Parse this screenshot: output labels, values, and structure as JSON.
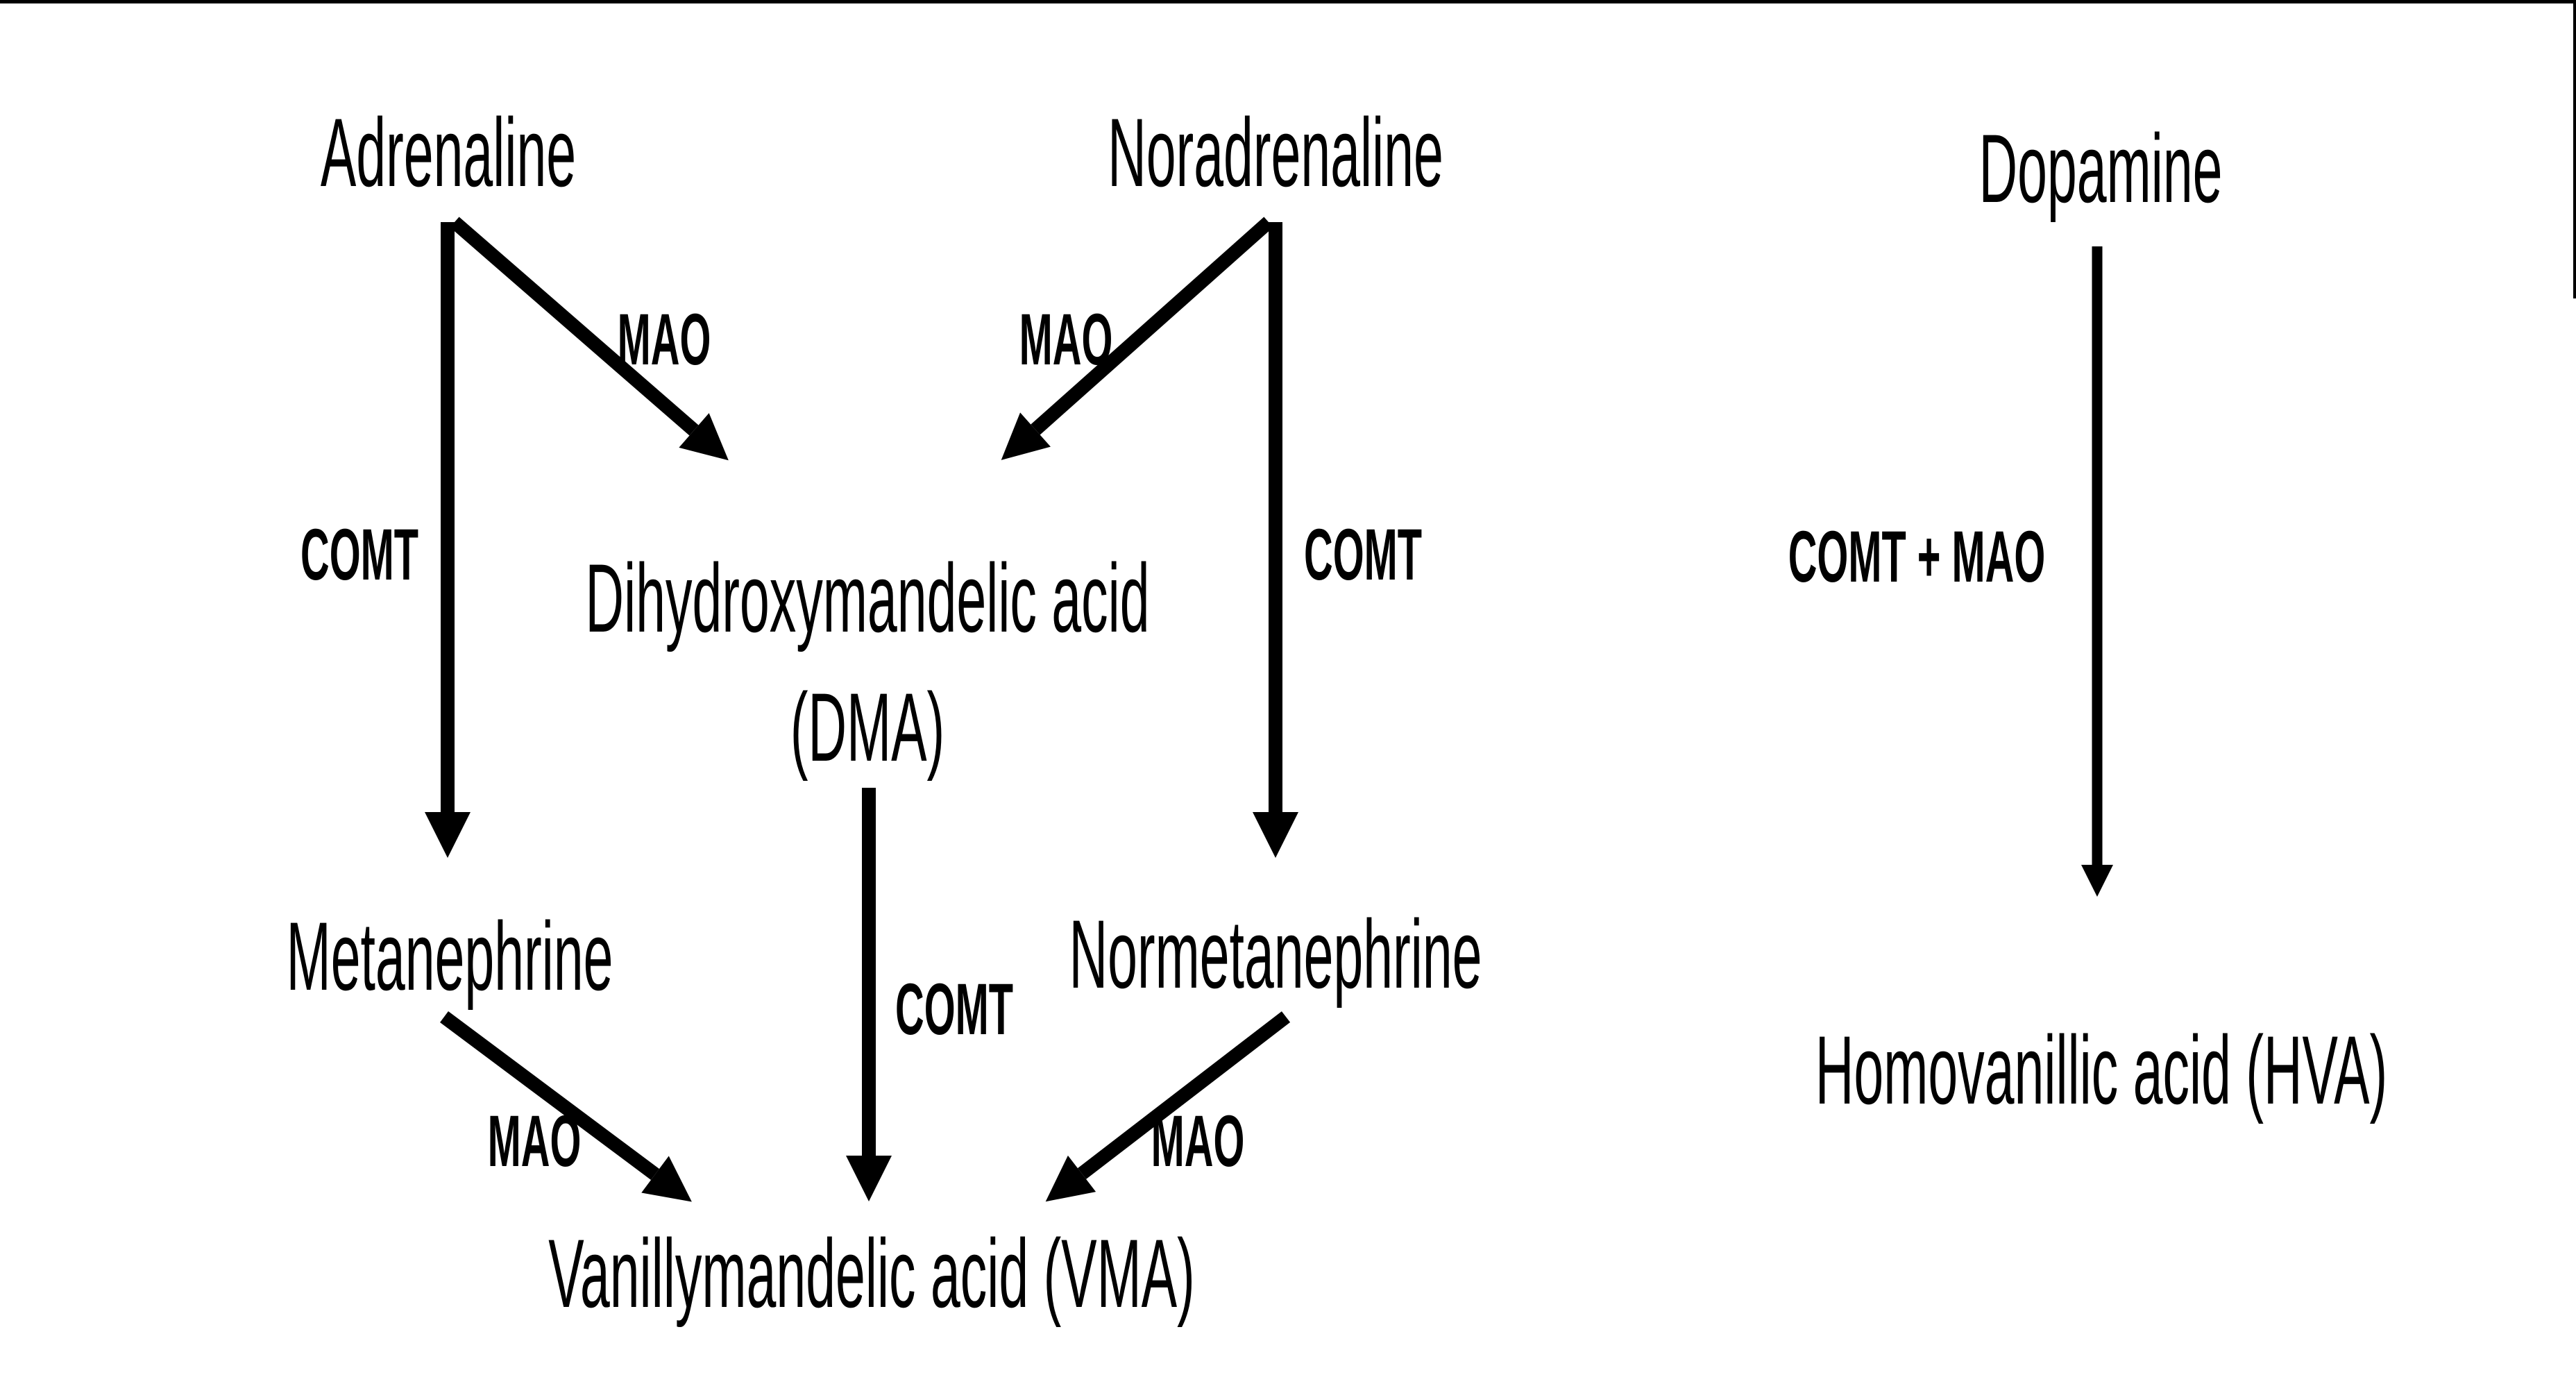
{
  "colors": {
    "background": "#ffffff",
    "ink": "#000000"
  },
  "nodes": {
    "adrenaline": "Adrenaline",
    "noradrenaline": "Noradrenaline",
    "dopamine": "Dopamine",
    "dma_line1": "Dihydroxymandelic acid",
    "dma_line2": "(DMA)",
    "metanephrine": "Metanephrine",
    "normetanephrine": "Normetanephrine",
    "homovanillic": "Homovanillic acid (HVA)",
    "vanillylmandelic": "Vanillymandelic acid (VMA)"
  },
  "enzymes": {
    "adrenaline_mao": "MAO",
    "noradrenaline_mao": "MAO",
    "adrenaline_comt": "COMT",
    "noradrenaline_comt": "COMT",
    "dma_comt": "COMT",
    "metanephrine_mao": "MAO",
    "normetanephrine_mao": "MAO",
    "dopamine_comt_mao": "COMT + MAO"
  }
}
